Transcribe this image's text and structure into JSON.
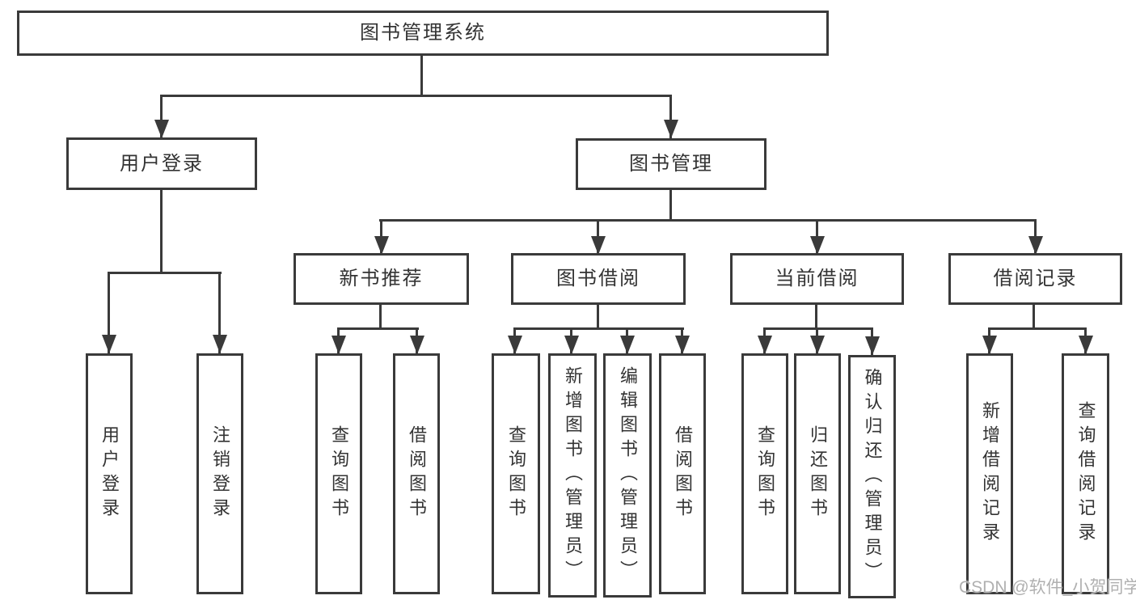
{
  "diagram": {
    "type": "tree",
    "root": {
      "label": "图书管理系统"
    },
    "level2": [
      {
        "label": "用户登录"
      },
      {
        "label": "图书管理"
      }
    ],
    "level3": [
      {
        "label": "新书推荐"
      },
      {
        "label": "图书借阅"
      },
      {
        "label": "当前借阅"
      },
      {
        "label": "借阅记录"
      }
    ],
    "leaves": {
      "user_login": [
        "用户登录",
        "注销登录"
      ],
      "new_book": [
        "查询图书",
        "借阅图书"
      ],
      "book_borrow": [
        "查询图书",
        "新增图书（管理员）",
        "编辑图书（管理员）",
        "借阅图书"
      ],
      "current_borrow": [
        "查询图书",
        "归还图书",
        "确认归还（管理员）"
      ],
      "borrow_records": [
        "新增借阅记录",
        "查询借阅记录"
      ]
    },
    "watermark": "CSDN @软件_小贺同学",
    "colors": {
      "line": "#3a3a3a",
      "text": "#333333",
      "background": "#ffffff",
      "watermark": "#b0b0b0"
    }
  }
}
